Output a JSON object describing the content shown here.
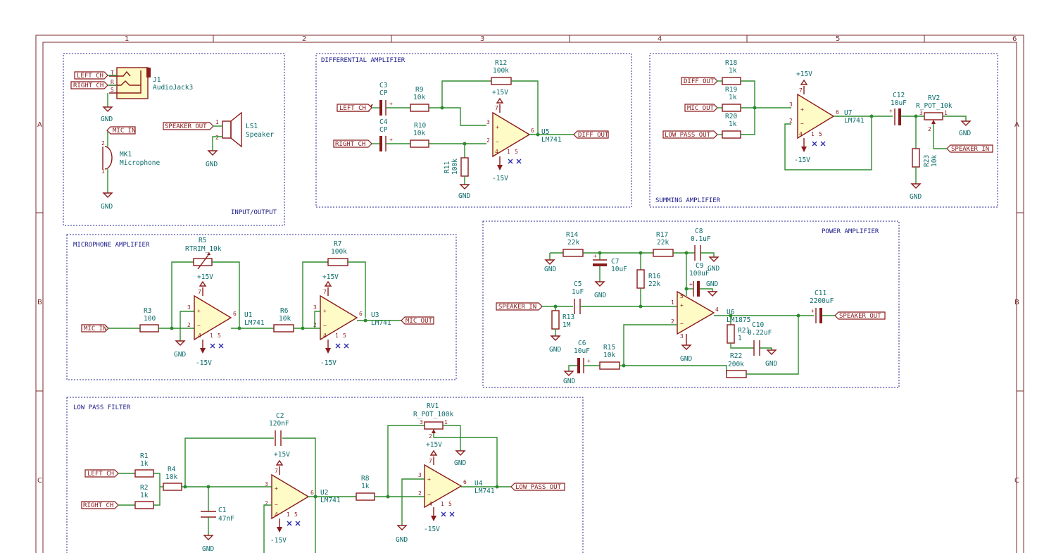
{
  "border": {
    "columns": [
      "1",
      "2",
      "3",
      "4",
      "5",
      "6"
    ],
    "rows": [
      "A",
      "B",
      "C"
    ]
  },
  "sections": {
    "io": "INPUT/OUTPUT",
    "diff": "DIFFERENTIAL AMPLIFIER",
    "sum": "SUMMING AMPLIFIER",
    "mic": "MICROPHONE AMPLIFIER",
    "power": "POWER AMPLIFIER",
    "lpf": "LOW PASS FILTER"
  },
  "labels": {
    "left_ch": "LEFT_CH",
    "right_ch": "RIGHT_CH",
    "mic_in": "MIC_IN",
    "speaker_out": "SPEAKER_OUT",
    "diff_out": "DIFF_OUT",
    "mic_out": "MIC_OUT",
    "low_pass_out": "LOW_PASS_OUT",
    "speaker_in": "SPEAKER_IN"
  },
  "power": {
    "gnd": "GND",
    "vpos": "+15V",
    "vneg": "-15V"
  },
  "io": {
    "j1_ref": "J1",
    "j1_val": "AudioJack3",
    "j1_pins": [
      "T",
      "R",
      "S"
    ],
    "ls1_ref": "LS1",
    "ls1_val": "Speaker",
    "mk1_ref": "MK1",
    "mk1_val": "Microphone"
  },
  "diff": {
    "c3": [
      "C3",
      "CP"
    ],
    "c4": [
      "C4",
      "CP"
    ],
    "r9": [
      "R9",
      "10k"
    ],
    "r10": [
      "R10",
      "10k"
    ],
    "r11": [
      "R11",
      "100k"
    ],
    "r12": [
      "R12",
      "100k"
    ],
    "u5": [
      "U5",
      "LM741"
    ]
  },
  "sum": {
    "r18": [
      "R18",
      "1k"
    ],
    "r19": [
      "R19",
      "1k"
    ],
    "r20": [
      "R20",
      "1k"
    ],
    "u7": [
      "U7",
      "LM741"
    ],
    "c12": [
      "C12",
      "10uF"
    ],
    "rv2": [
      "RV2",
      "R_POT_10k"
    ],
    "r23": [
      "R23",
      "10k"
    ]
  },
  "mic": {
    "r3": [
      "R3",
      "100"
    ],
    "r5": [
      "R5",
      "RTRIM_10k"
    ],
    "u1": [
      "U1",
      "LM741"
    ],
    "r6": [
      "R6",
      "10k"
    ],
    "r7": [
      "R7",
      "100k"
    ],
    "u3": [
      "U3",
      "LM741"
    ]
  },
  "power_amp": {
    "r14": [
      "R14",
      "22k"
    ],
    "r17": [
      "R17",
      "22k"
    ],
    "c8": [
      "C8",
      "0.1uF"
    ],
    "c7": [
      "C7",
      "10uF"
    ],
    "r16": [
      "R16",
      "22k"
    ],
    "c9": [
      "C9",
      "100uF"
    ],
    "c5": [
      "C5",
      "1uF"
    ],
    "r13": [
      "R13",
      "1M"
    ],
    "u6": [
      "U6",
      "LM1875"
    ],
    "c11": [
      "C11",
      "2200uF"
    ],
    "r21": [
      "R21",
      "1"
    ],
    "c10": [
      "C10",
      "0.22uF"
    ],
    "c6": [
      "C6",
      "10uF"
    ],
    "r15": [
      "R15",
      "10k"
    ],
    "r22": [
      "R22",
      "200k"
    ]
  },
  "lpf": {
    "r1": [
      "R1",
      "1k"
    ],
    "r2": [
      "R2",
      "1k"
    ],
    "r4": [
      "R4",
      "10k"
    ],
    "c2": [
      "C2",
      "120nF"
    ],
    "c1": [
      "C1",
      "47nF"
    ],
    "u2": [
      "U2",
      "LM741"
    ],
    "r8": [
      "R8",
      "1k"
    ],
    "rv1": [
      "RV1",
      "R_POT_100k"
    ],
    "u4": [
      "U4",
      "LM741"
    ]
  },
  "colors": {
    "part": "#8b1a1a",
    "wire": "#2e8b2e",
    "text": "#0b6b6b",
    "section": "#2a2a9a"
  }
}
